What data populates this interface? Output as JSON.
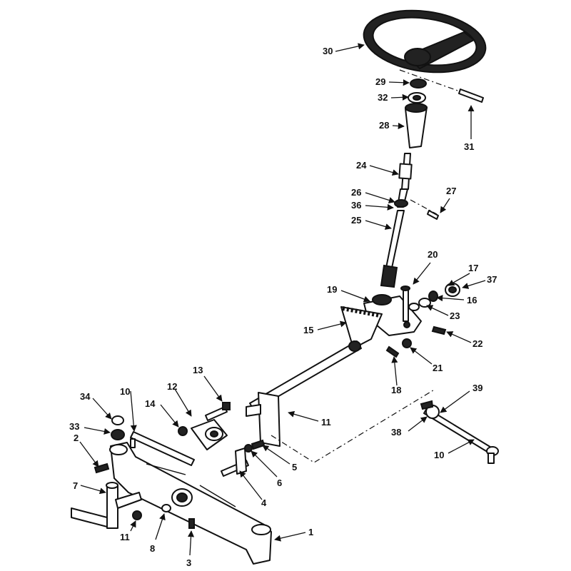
{
  "callouts": {
    "c30": "30",
    "c29": "29",
    "c32": "32",
    "c31": "31",
    "c28": "28",
    "c24": "24",
    "c26": "26",
    "c27": "27",
    "c36": "36",
    "c25": "25",
    "c20": "20",
    "c17": "17",
    "c37": "37",
    "c19": "19",
    "c16": "16",
    "c23": "23",
    "c15": "15",
    "c22": "22",
    "c21": "21",
    "c18": "18",
    "c13": "13",
    "c10a": "10",
    "c34": "34",
    "c12": "12",
    "c14": "14",
    "c11a": "11",
    "c39": "39",
    "c33": "33",
    "c38": "38",
    "c10b": "10",
    "c2": "2",
    "c5": "5",
    "c6": "6",
    "c7": "7",
    "c4": "4",
    "c1": "1",
    "c11b": "11",
    "c8": "8",
    "c3": "3"
  }
}
